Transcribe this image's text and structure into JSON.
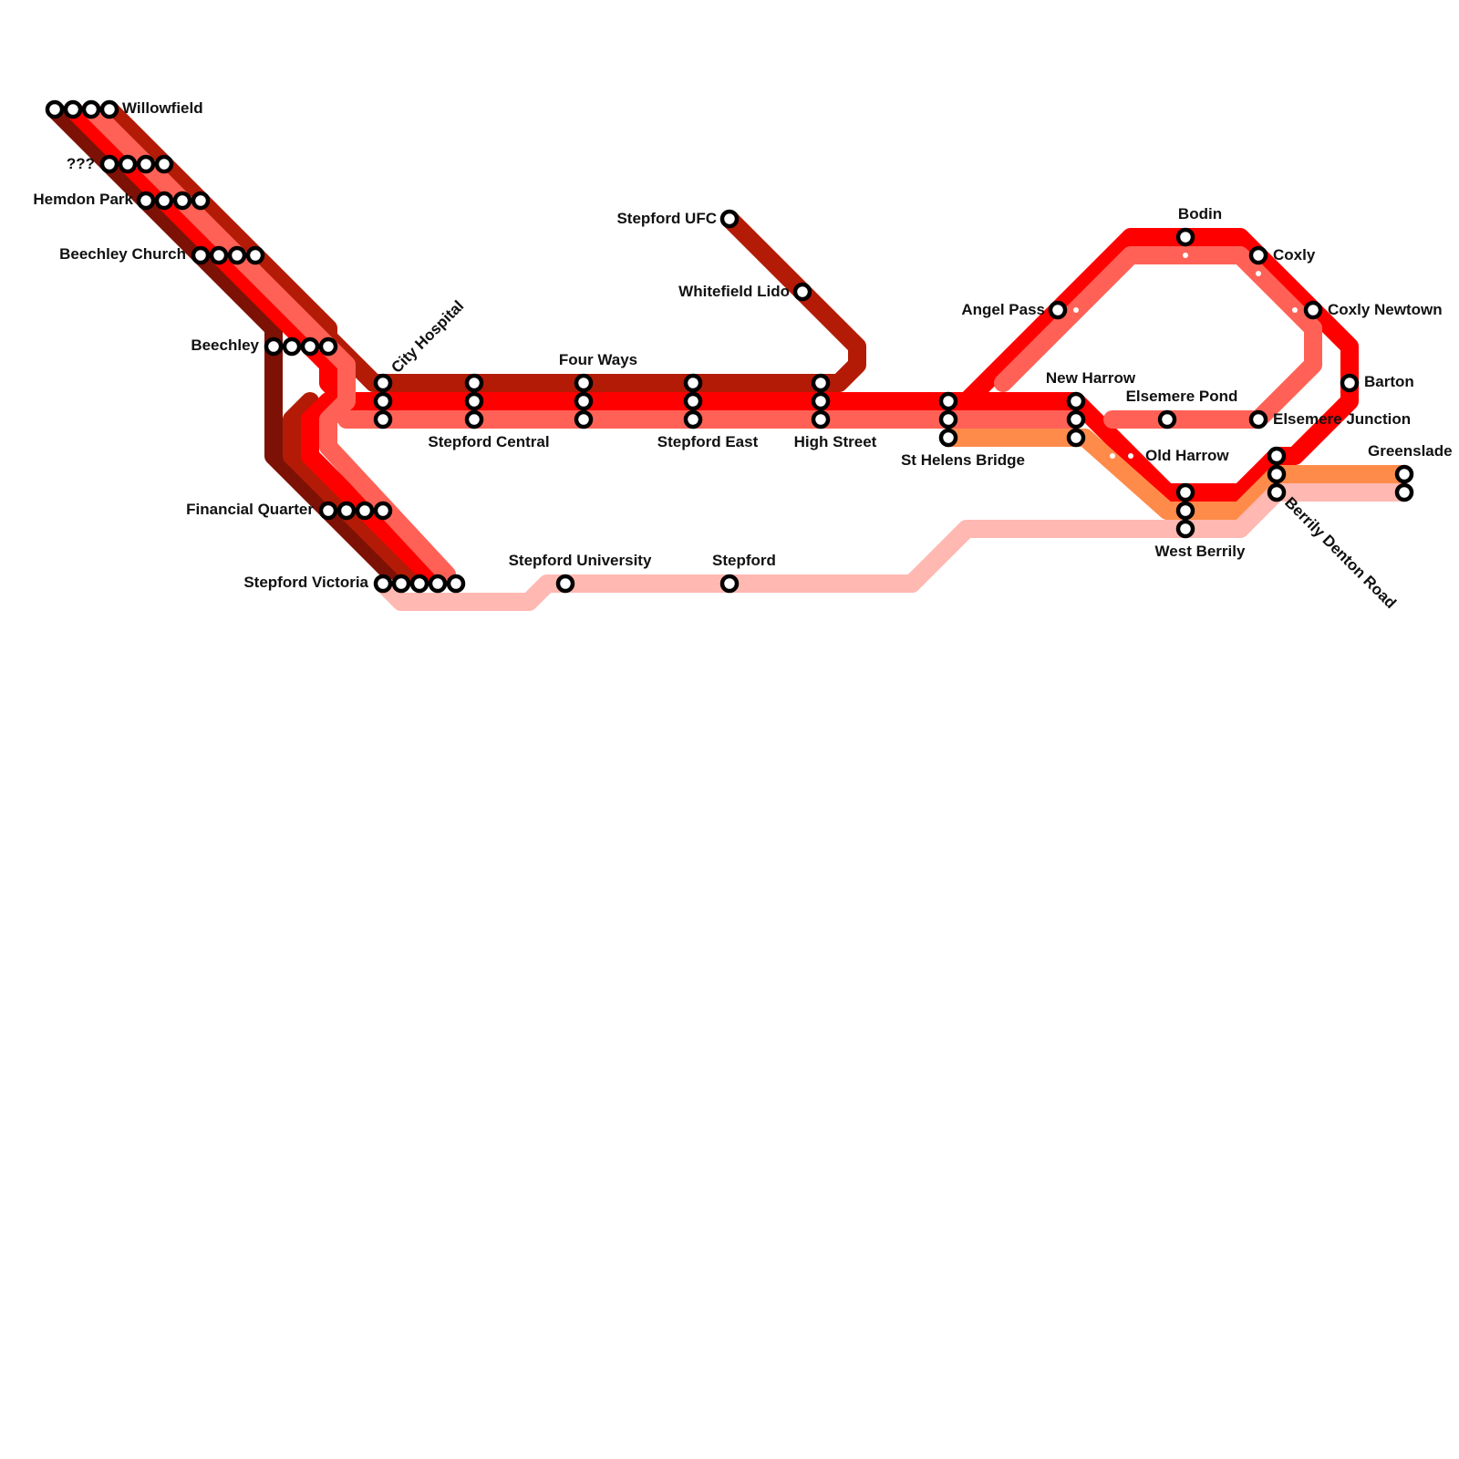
{
  "colors": {
    "maroon": "#7d1106",
    "rust": "#b31b06",
    "red": "#ff0000",
    "coral": "#ff6156",
    "orange": "#ff8b4a",
    "pink": "#ffb8b2"
  },
  "stations": {
    "willowfield": "Willowfield",
    "unknown": "???",
    "hemdon_park": "Hemdon Park",
    "beechley_church": "Beechley Church",
    "beechley": "Beechley",
    "city_hospital": "City Hospital",
    "financial_quarter": "Financial Quarter",
    "stepford_victoria": "Stepford Victoria",
    "stepford_central": "Stepford Central",
    "four_ways": "Four Ways",
    "stepford_east": "Stepford East",
    "high_street": "High Street",
    "stepford_ufc": "Stepford UFC",
    "whitefield_lido": "Whitefield Lido",
    "stepford_university": "Stepford University",
    "stepford": "Stepford",
    "st_helens_bridge": "St Helens Bridge",
    "angel_pass": "Angel Pass",
    "new_harrow": "New Harrow",
    "bodin": "Bodin",
    "coxly": "Coxly",
    "coxly_newtown": "Coxly Newtown",
    "barton": "Barton",
    "elsemere_pond": "Elsemere Pond",
    "elsemere_junction": "Elsemere Junction",
    "old_harrow": "Old Harrow",
    "west_berrily": "West Berrily",
    "berrily_denton_road": "Berrily Denton Road",
    "greenslade": "Greenslade"
  }
}
